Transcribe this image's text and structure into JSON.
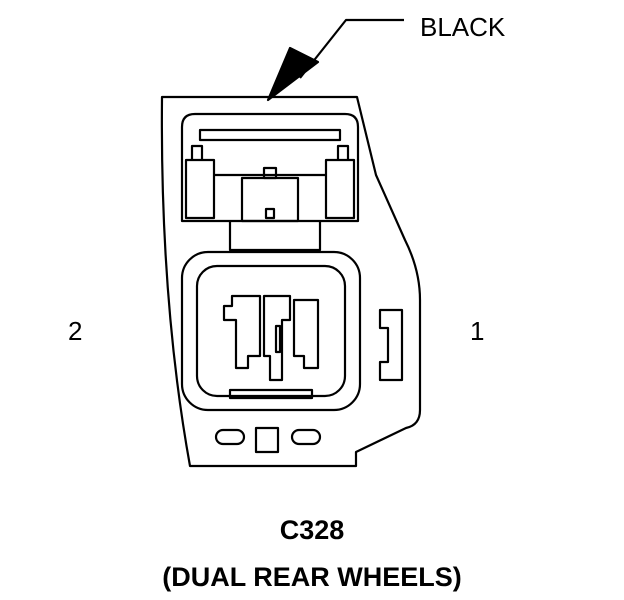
{
  "callout": {
    "color_label": "BLACK"
  },
  "pins": {
    "left": "2",
    "right": "1"
  },
  "connector": {
    "id": "C328",
    "description": "(DUAL REAR WHEELS)"
  },
  "colors": {
    "line": "#000000",
    "background": "#ffffff"
  }
}
